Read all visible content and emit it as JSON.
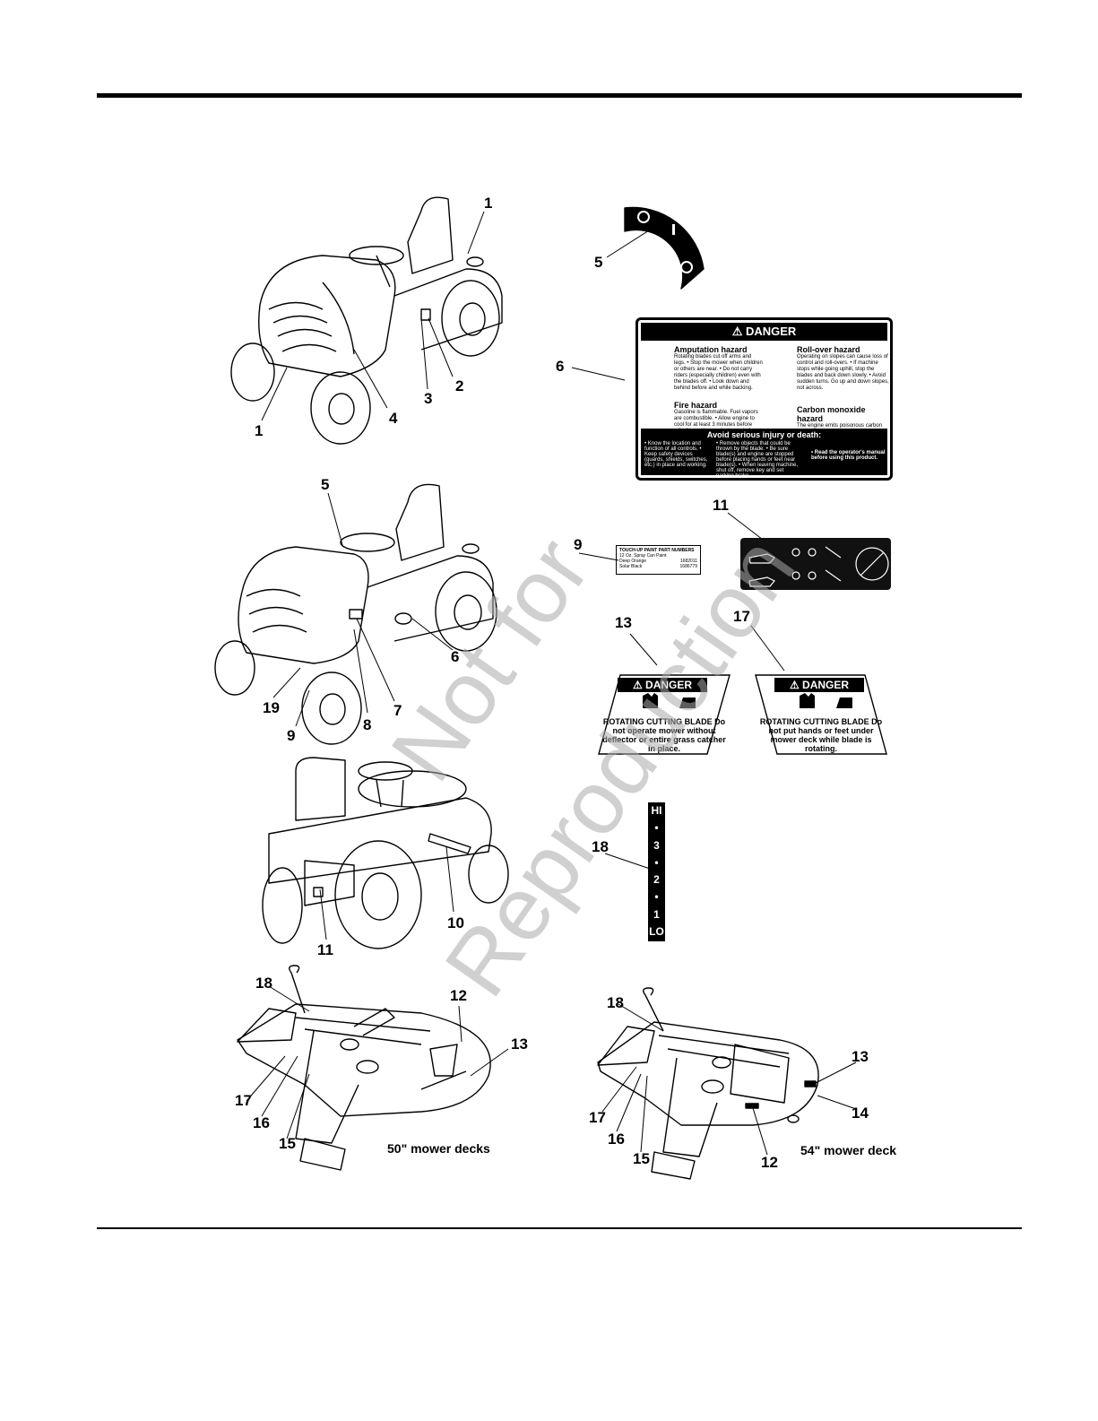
{
  "callouts": {
    "c1a": "1",
    "c1b": "1",
    "c2": "2",
    "c3": "3",
    "c4": "4",
    "c5a": "5",
    "c5b": "5",
    "c6a": "6",
    "c6b": "6",
    "c7": "7",
    "c8": "8",
    "c9a": "9",
    "c9b": "9",
    "c10": "10",
    "c11a": "11",
    "c11b": "11",
    "c12a": "12",
    "c12b": "12",
    "c13a": "13",
    "c13b": "13",
    "c13c": "13",
    "c14": "14",
    "c15a": "15",
    "c15b": "15",
    "c16a": "16",
    "c16b": "16",
    "c17a": "17",
    "c17b": "17",
    "c17c": "17",
    "c18a": "18",
    "c18b": "18",
    "c18c": "18",
    "c19": "19"
  },
  "captions": {
    "deck50": "50\" mower decks",
    "deck54": "54\" mower deck"
  },
  "label6": {
    "header": "DANGER",
    "amputation_title": "Amputation hazard",
    "amputation_text": "Rotating blades cut off arms and legs. • Stop the mower when children or others are near. • Do not carry riders (especially children) even with the blades off. • Look down and behind before and while backing.",
    "rollover_title": "Roll-over hazard",
    "rollover_text": "Operating on slopes can cause loss of control and roll-overs. • If machine stops while going uphill, stop the blades and back down slowly. • Avoid sudden turns. Go up and down slopes, not across.",
    "fire_title": "Fire hazard",
    "fire_text": "Gasoline is flammable. Fuel vapors are combustible. • Allow engine to cool for at least 3 minutes before refueling. • Keep unit cleaned of debris.",
    "co_title": "Carbon monoxide hazard",
    "co_text": "The engine emits poisonous carbon monoxide gas. • Avoid breathing exhaust fumes. • Only operate outdoors.",
    "footer_title": "Avoid serious injury or death:",
    "footer_col1": "• Know the location and function of all controls. • Keep safety devices (guards, shields, switches, etc.) in place and working.",
    "footer_col2": "• Remove objects that could be thrown by the blade. • Be sure blade(s) and engine are stopped before placing hands or feet near blade(s). • When leaving machine, shut off, remove key and set parking brake.",
    "footer_col3": "• Read the operator's manual before using this product."
  },
  "label9": {
    "title": "TOUCH-UP PAINT PART NUMBERS",
    "subtitle": "12 Oz. Spray Can Paint",
    "row1_name": "Deep Orange",
    "row1_num": "1682011",
    "row2_name": "Solar Black",
    "row2_num": "1686779"
  },
  "label13": {
    "banner": "DANGER",
    "text": "ROTATING CUTTING BLADE Do not operate mower without deflector or entire grass catcher in place."
  },
  "label17": {
    "banner": "DANGER",
    "text": "ROTATING CUTTING BLADE Do not put hands or feet under mower deck while blade is rotating."
  },
  "label18": {
    "marks": [
      "HI",
      "•",
      "3",
      "•",
      "2",
      "•",
      "1",
      "LO"
    ]
  },
  "watermark": {
    "line1": "Not for",
    "line2": "Reproduction"
  }
}
